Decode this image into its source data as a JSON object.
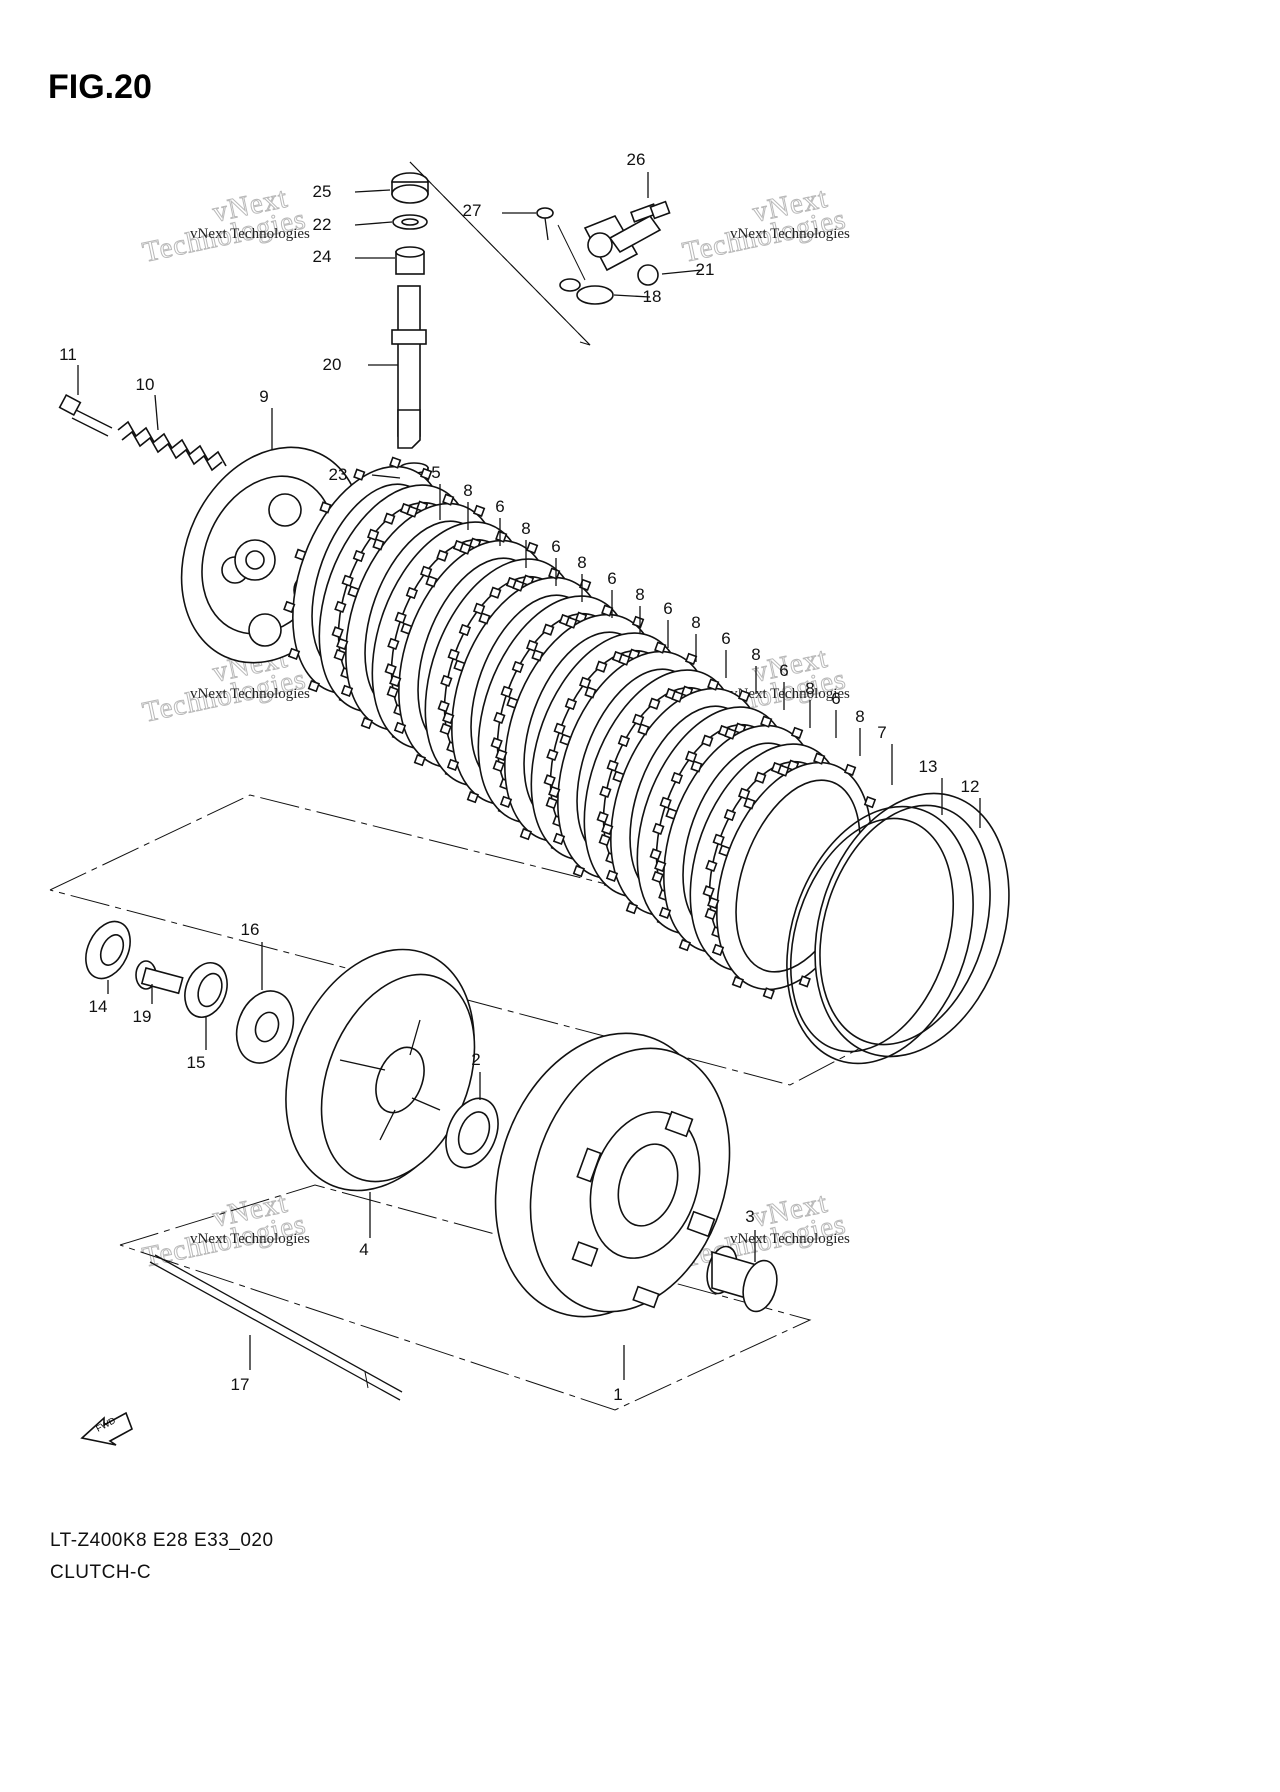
{
  "figure": {
    "title": "FIG.20"
  },
  "caption": {
    "model_code": "LT-Z400K8 E28 E33_020",
    "group_name": "CLUTCH-C"
  },
  "watermark": {
    "line1": "vNext Technologies",
    "line2": "vNext",
    "line3": "Technologies"
  },
  "fwd_arrow": "FWD",
  "callouts": {
    "c1": "1",
    "c2": "2",
    "c3": "3",
    "c4": "4",
    "c5": "5",
    "c6": "6",
    "c7": "7",
    "c8": "8",
    "c9": "9",
    "c10": "10",
    "c11": "11",
    "c12": "12",
    "c13": "13",
    "c14": "14",
    "c15": "15",
    "c16": "16",
    "c17": "17",
    "c18": "18",
    "c19": "19",
    "c20": "20",
    "c21": "21",
    "c22": "22",
    "c23": "23",
    "c24": "24",
    "c25": "25",
    "c26": "26",
    "c27": "27"
  }
}
